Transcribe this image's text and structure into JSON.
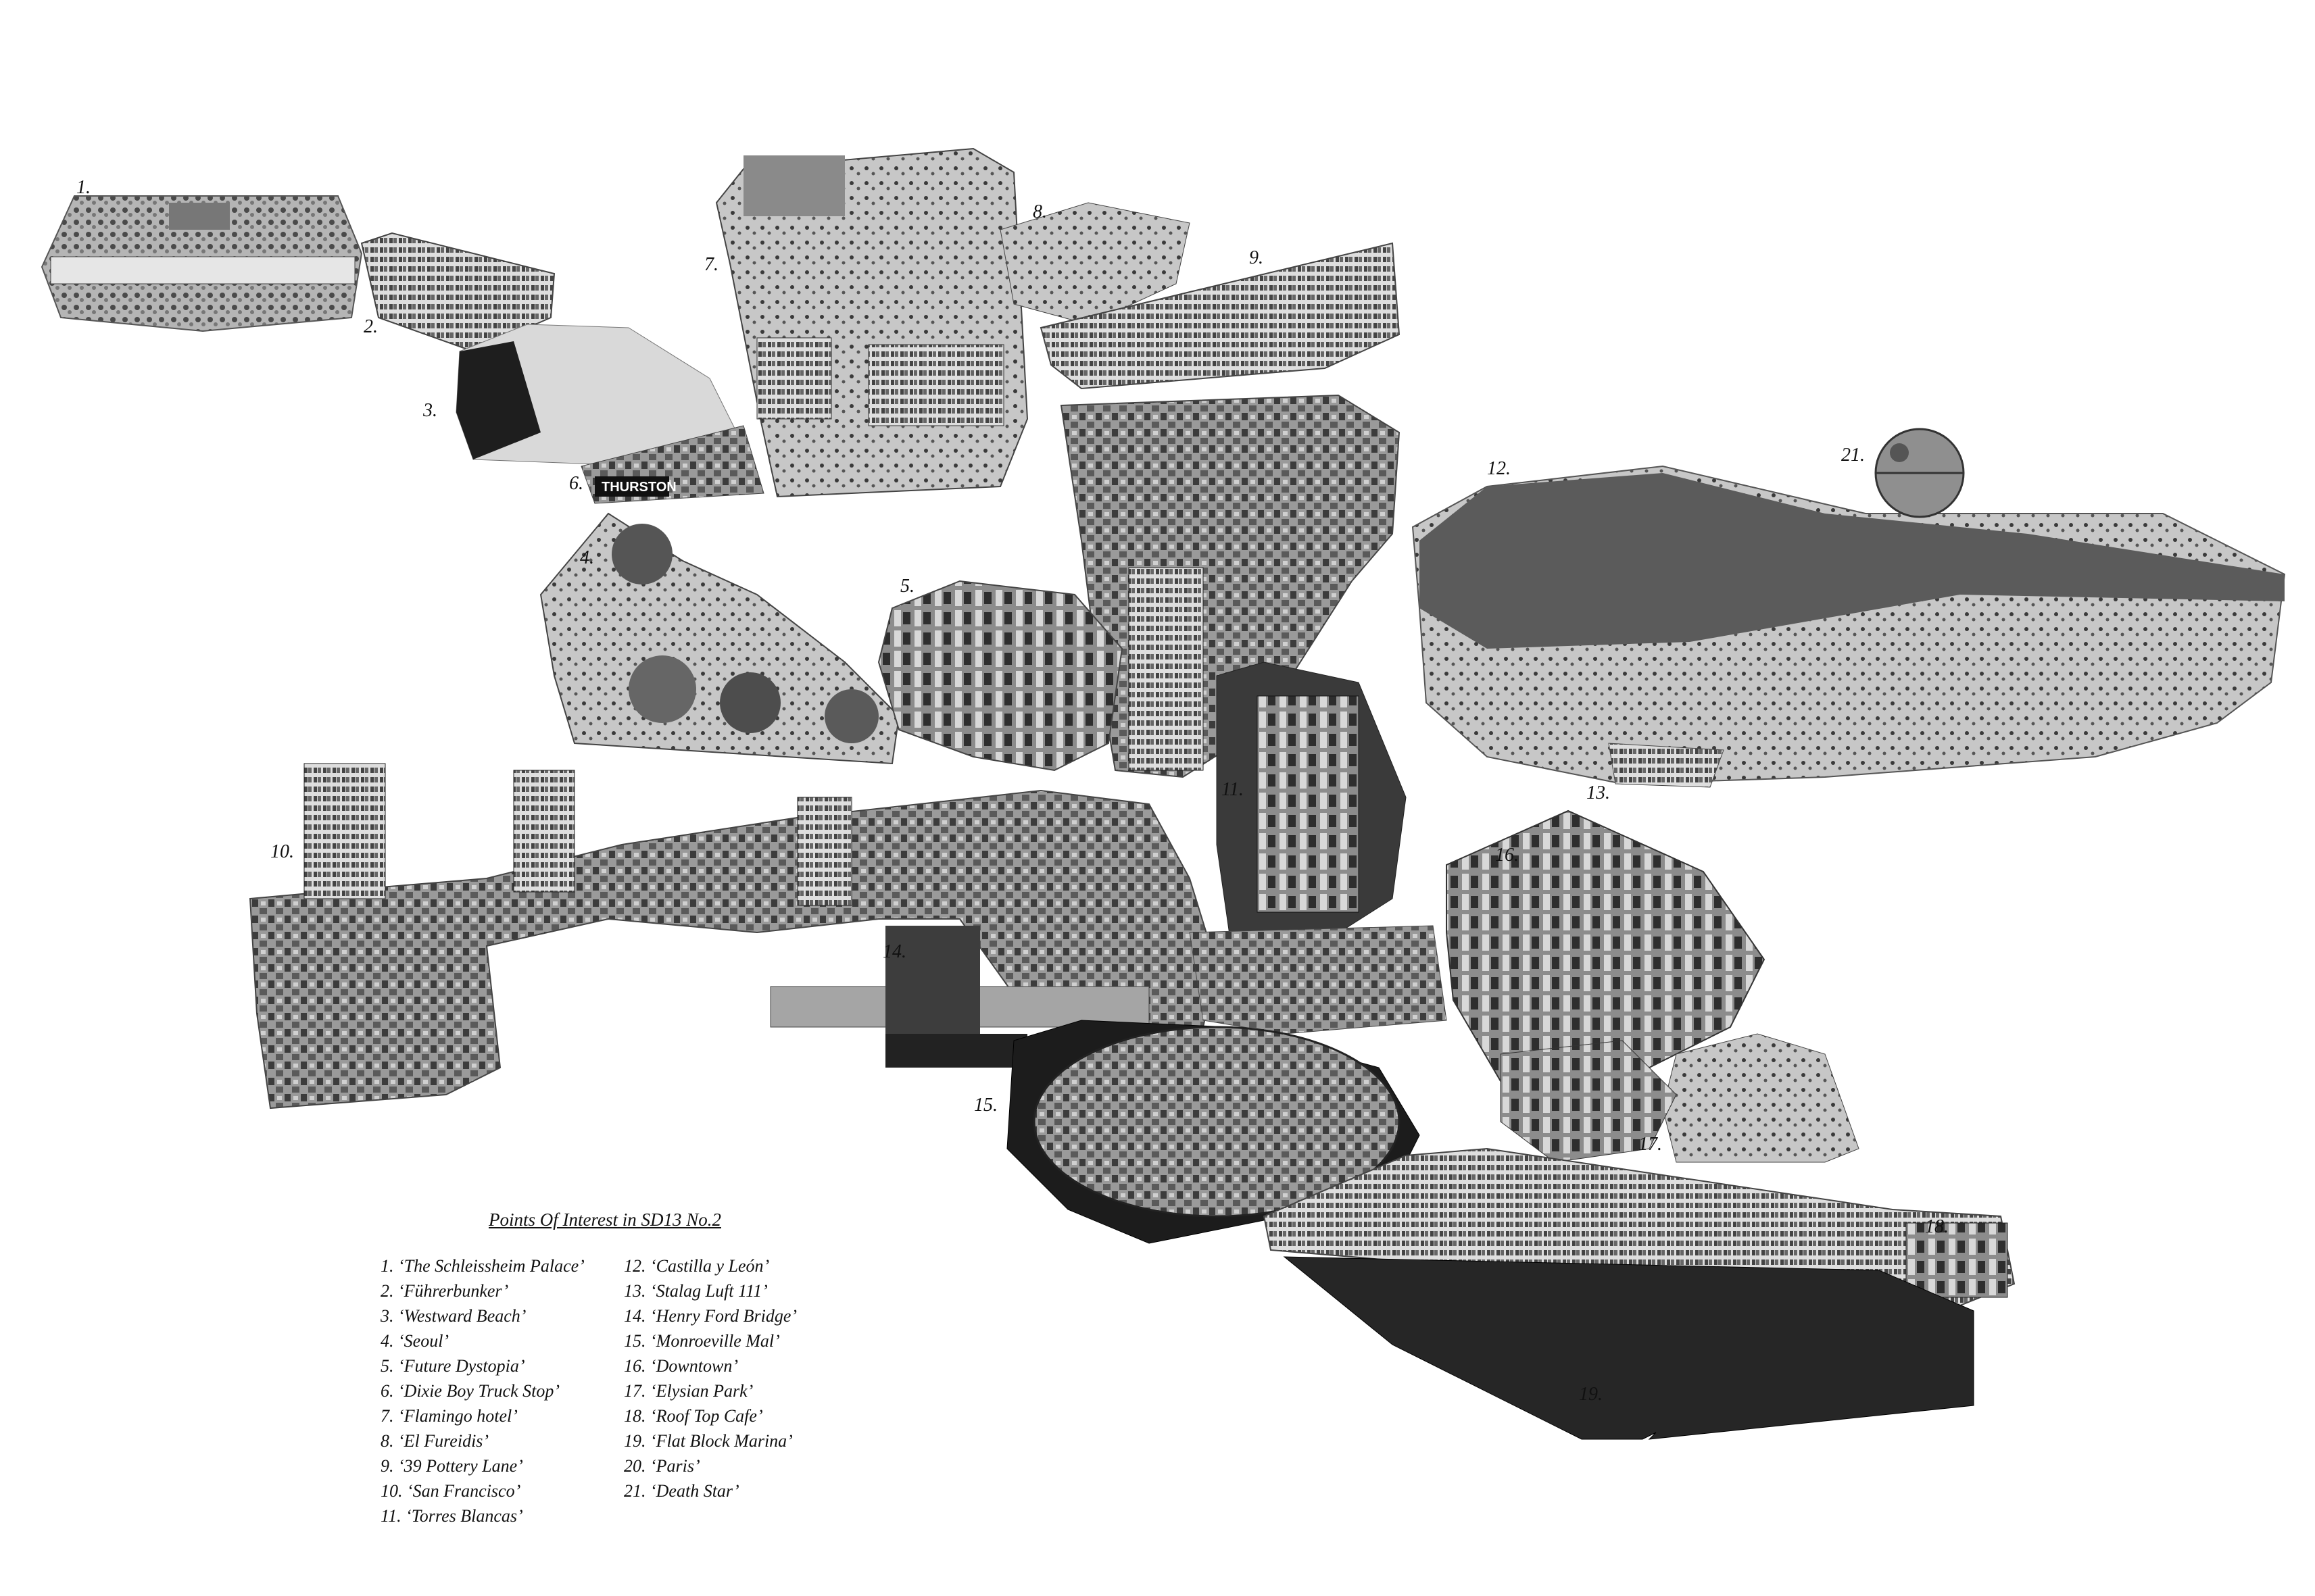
{
  "labels": [
    "1.",
    "2.",
    "3.",
    "4.",
    "5.",
    "6.",
    "7.",
    "8.",
    "9.",
    "10.",
    "11.",
    "12.",
    "13.",
    "14.",
    "15.",
    "16.",
    "17.",
    "18.",
    "19.",
    "21."
  ],
  "legend": {
    "title": "Points Of Interest in SD13 No.2",
    "left_column": [
      "1. ‘The Schleissheim Palace’",
      "2. ‘Führerbunker’",
      "3. ‘Westward Beach’",
      "4. ‘Seoul’",
      "5. ‘Future Dystopia’",
      "6. ‘Dixie Boy Truck Stop’",
      "7. ‘Flamingo hotel’",
      "8. ‘El Fureidis’",
      "9. ‘39 Pottery Lane’",
      "10. ‘San Francisco’",
      "11. ‘Torres Blancas’"
    ],
    "right_column": [
      "12. ‘Castilla y León’",
      "13. ‘Stalag Luft 111’",
      "14. ‘Henry Ford Bridge’",
      "15. ‘Monroeville Mal’",
      "16. ‘Downtown’",
      "17. ‘Elysian Park’",
      "18. ‘Roof Top Cafe’",
      "19. ‘Flat Block Marina’",
      "20. ‘Paris’",
      "21. ‘Death Star’"
    ]
  },
  "signage": {
    "truck_stop_sign": "THURSTON"
  },
  "colors": {
    "background": "#ffffff",
    "dark": "#1a1a1a",
    "mid": "#6b6b6b",
    "light": "#bdbdbd",
    "water": "#2a2a2a"
  }
}
